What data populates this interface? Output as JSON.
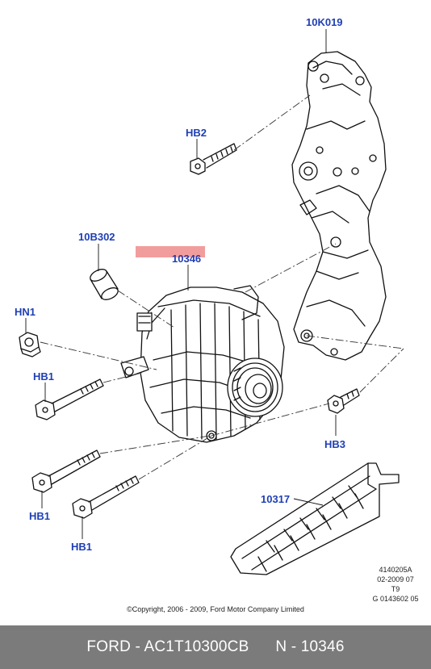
{
  "callouts": {
    "bracket": "10K019",
    "bolt_hb2": "HB2",
    "bushing": "10B302",
    "alternator": "10346",
    "nut_hn1": "HN1",
    "bolt_hb1_a": "HB1",
    "bolt_hb1_b": "HB1",
    "bolt_hb1_c": "HB1",
    "bolt_hb3": "HB3",
    "shield": "10317"
  },
  "meta": {
    "line1": "4140205A",
    "line2": "02-2009 07",
    "line3": "T9",
    "line4": "G 0143602 05"
  },
  "copyright": "©Copyright, 2006 - 2009, Ford Motor Company Limited",
  "footer": {
    "brand_part": "FORD - AC1T10300CB",
    "ref": "N - 10346"
  },
  "colors": {
    "callout": "#1f3fb4",
    "highlight": "#f08c8c",
    "footer_bg": "#7b7b7b"
  }
}
